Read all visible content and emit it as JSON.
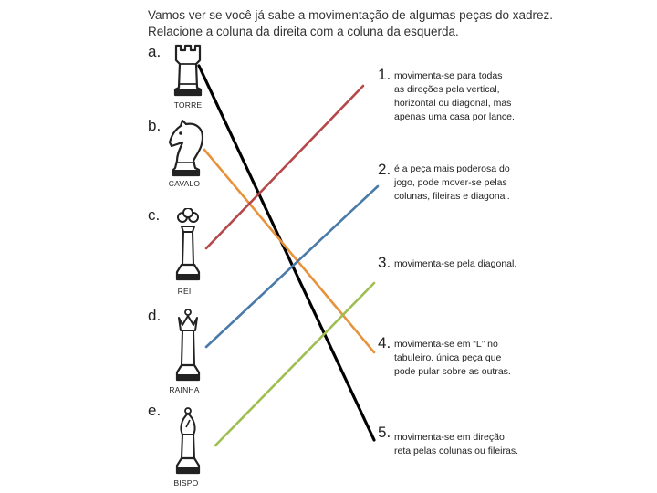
{
  "instructions": {
    "line1": "Vamos ver se você já sabe a movimentação de algumas peças do xadrez.",
    "line2": "Relacione a coluna da direita com a coluna da esquerda."
  },
  "pieces": [
    {
      "letter": "a.",
      "label": "TORRE",
      "icon": "rook-icon"
    },
    {
      "letter": "b.",
      "label": "CAVALO",
      "icon": "knight-icon"
    },
    {
      "letter": "c.",
      "label": "REI",
      "icon": "king-icon"
    },
    {
      "letter": "d.",
      "label": "RAINHA",
      "icon": "queen-icon"
    },
    {
      "letter": "e.",
      "label": "BISPO",
      "icon": "bishop-icon"
    }
  ],
  "descriptions": [
    {
      "number": "1.",
      "lines": [
        "movimenta-se para todas",
        "as direções pela vertical,",
        "horizontal ou diagonal, mas",
        "apenas uma casa por lance."
      ]
    },
    {
      "number": "2.",
      "lines": [
        "é a peça mais poderosa do",
        "jogo, pode mover-se pelas",
        "colunas, fileiras e diagonal."
      ]
    },
    {
      "number": "3.",
      "lines": [
        "movimenta-se pela diagonal."
      ]
    },
    {
      "number": "4.",
      "lines": [
        "movimenta-se em “L” no",
        "tabuleiro. única peça que",
        "pode pular sobre  as outras."
      ]
    },
    {
      "number": "5.",
      "lines": [
        "movimenta-se em direção",
        "reta pelas colunas ou fileiras."
      ]
    }
  ],
  "answer_lines": [
    {
      "from": "a.",
      "to": "5.",
      "color": "#000000"
    },
    {
      "from": "b.",
      "to": "4.",
      "color": "#e8923c"
    },
    {
      "from": "c.",
      "to": "1.",
      "color": "#b5484a"
    },
    {
      "from": "d.",
      "to": "2.",
      "color": "#4a7aa8"
    },
    {
      "from": "e.",
      "to": "3.",
      "color": "#9fbe52"
    }
  ]
}
